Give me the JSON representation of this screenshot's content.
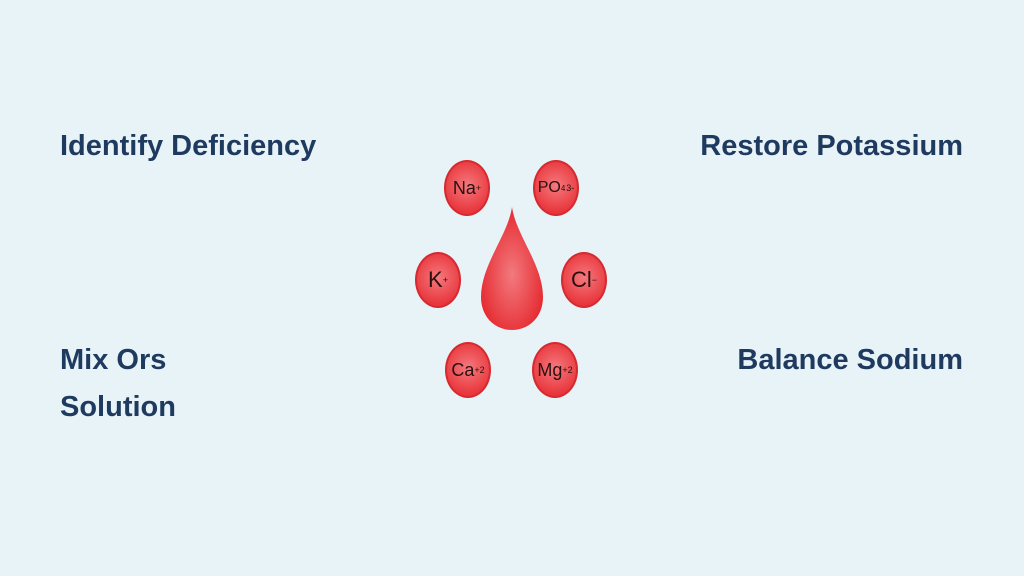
{
  "steps": {
    "top_left": "Identify Deficiency",
    "top_right": "Restore Potassium",
    "bottom_left_line1": "Mix Ors",
    "bottom_left_line2": "Solution",
    "bottom_right": "Balance Sodium"
  },
  "ions": {
    "na": {
      "symbol": "Na",
      "charge": "+"
    },
    "po4": {
      "symbol": "PO",
      "sub": "4",
      "charge": "3-"
    },
    "k": {
      "symbol": "K",
      "charge": "+"
    },
    "cl": {
      "symbol": "Cl",
      "charge": "−"
    },
    "ca": {
      "symbol": "Ca",
      "charge": "+2"
    },
    "mg": {
      "symbol": "Mg",
      "charge": "+2"
    }
  },
  "colors": {
    "text": "#1e3a5f",
    "drop": "#e8363c",
    "background": "#e8f3f8"
  }
}
